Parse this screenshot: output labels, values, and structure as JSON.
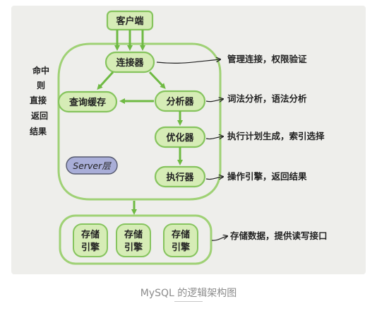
{
  "diagram": {
    "client": "客户端",
    "connector": "连接器",
    "query_cache": "查询缓存",
    "analyzer": "分析器",
    "optimizer": "优化器",
    "executor": "执行器",
    "server_layer": "Server层",
    "storage_engine_line1": "存储",
    "storage_engine_line2": "引擎",
    "side_note": [
      "命中",
      "则",
      "直接",
      "返回",
      "结果"
    ],
    "notes": {
      "connector": "管理连接，权限验证",
      "analyzer": "词法分析，语法分析",
      "optimizer": "执行计划生成，索引选择",
      "executor": "操作引擎，返回结果",
      "storage": "存储数据，提供读写接口"
    },
    "colors": {
      "fill": "#d6ecb6",
      "stroke": "#86c45e",
      "arrow": "#6fba43",
      "server_badge": "#a9aed8"
    }
  },
  "caption": "MySQL 的逻辑架构图"
}
